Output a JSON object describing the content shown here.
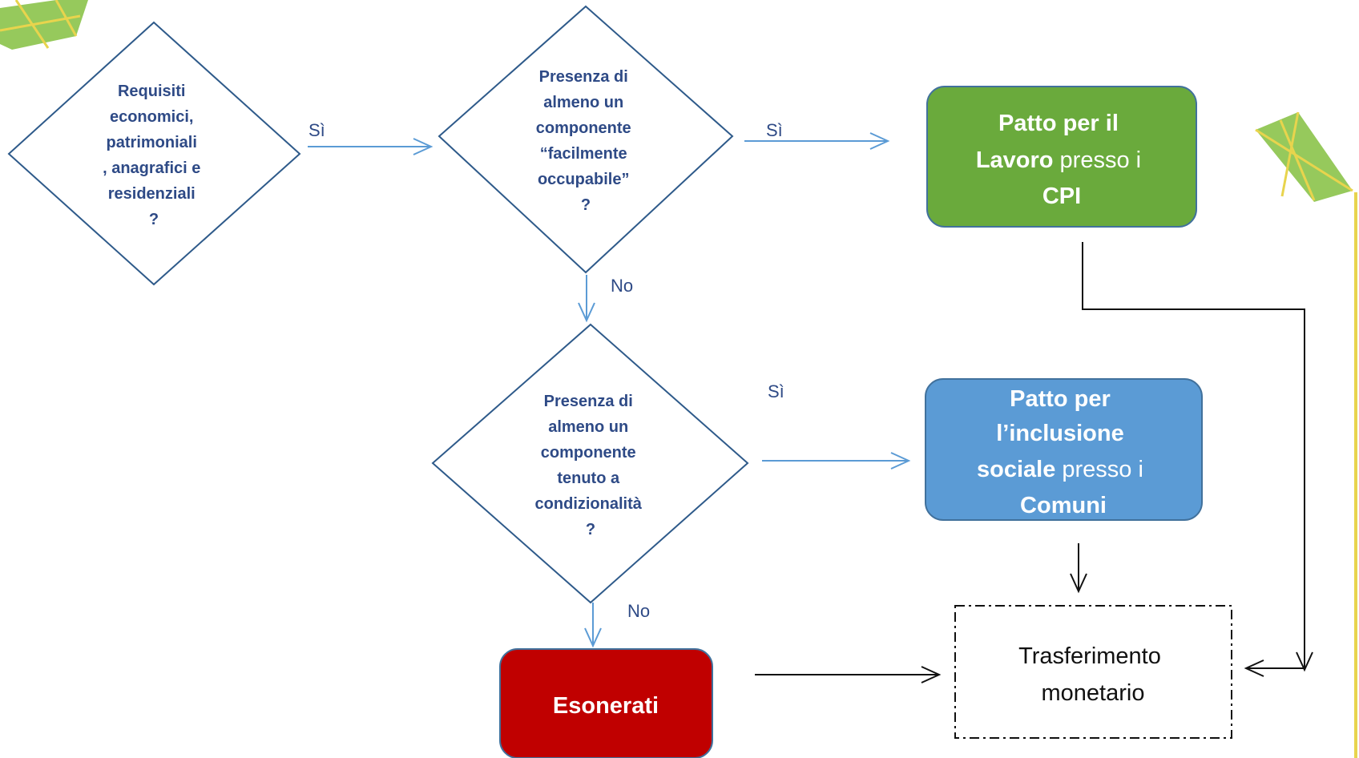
{
  "nodes": {
    "requisiti": {
      "lines": [
        "Requisiti",
        "economici,",
        "patrimoniali",
        ", anagrafici e",
        "residenziali",
        "?"
      ]
    },
    "occupabile": {
      "lines": [
        "Presenza di",
        "almeno un",
        "componente",
        "“facilmente",
        "occupabile”",
        "?"
      ]
    },
    "condizionalita": {
      "lines": [
        "Presenza di",
        "almeno un",
        "componente",
        "tenuto a",
        "condizionalità",
        "?"
      ]
    },
    "patto_lavoro": {
      "line1": "Patto per il",
      "line2_bold": "Lavoro",
      "line2_rest": " presso i",
      "line3": "CPI",
      "color": "#6aaa3c"
    },
    "patto_inclusione": {
      "line1": "Patto per",
      "line2": "l’inclusione",
      "line3_bold": "sociale",
      "line3_rest": " presso i",
      "line4": "Comuni",
      "color": "#5b9bd5"
    },
    "esonerati": {
      "label": "Esonerati",
      "color": "#c00000"
    },
    "trasferimento": {
      "lines": [
        "Trasferimento",
        "monetario"
      ]
    }
  },
  "edge_labels": {
    "si_1": "Sì",
    "si_2": "Sì",
    "no_1": "No",
    "si_3": "Sì",
    "no_2": "No"
  },
  "colors": {
    "diamond_stroke": "#2e5a8a",
    "text_blue": "#2e4a86",
    "arrow_blue": "#5b9bd5",
    "leaf_green": "#8bc34a",
    "leaf_yellow": "#e8d44d"
  }
}
